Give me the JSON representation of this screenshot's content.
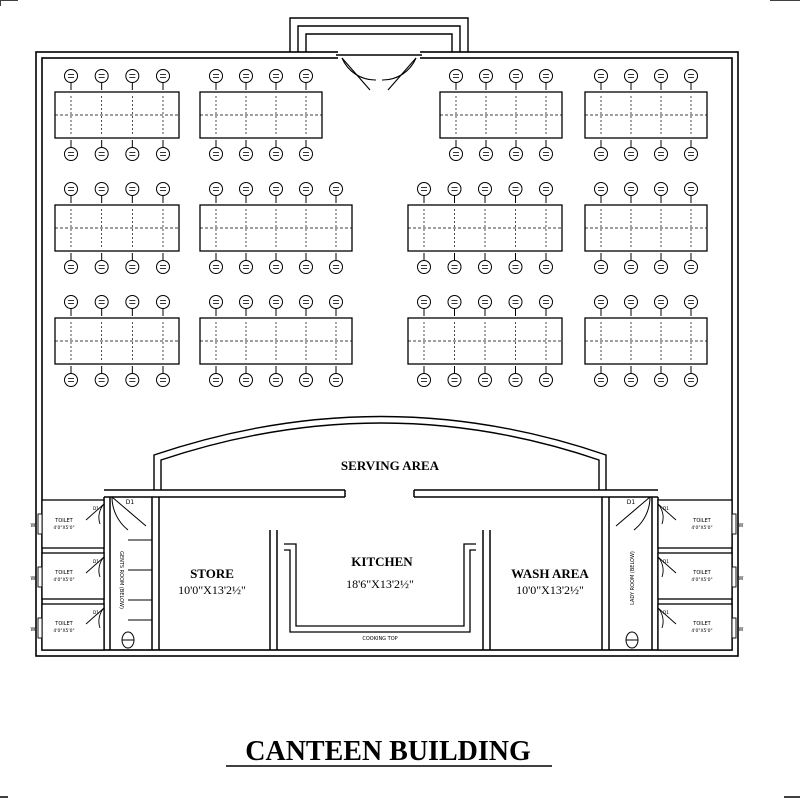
{
  "title": "CANTEEN BUILDING",
  "rooms": {
    "serving": {
      "name": "SERVING AREA"
    },
    "kitchen": {
      "name": "KITCHEN",
      "size": "18'6\"X13'2½\""
    },
    "store": {
      "name": "STORE",
      "size": "10'0\"X13'2½\""
    },
    "wash": {
      "name": "WASH AREA",
      "size": "10'0\"X13'2½\""
    },
    "kitchen_top": {
      "name": "COOKING TOP"
    }
  },
  "corridors": {
    "left": {
      "name": "GENTS ROOM (BELOW)"
    },
    "right": {
      "name": "LADY ROOM (BELOW)"
    }
  },
  "toilets": {
    "label": "TOILET",
    "size": "4'0\"X5'0\""
  },
  "door_label": "D1",
  "window_label": "W"
}
